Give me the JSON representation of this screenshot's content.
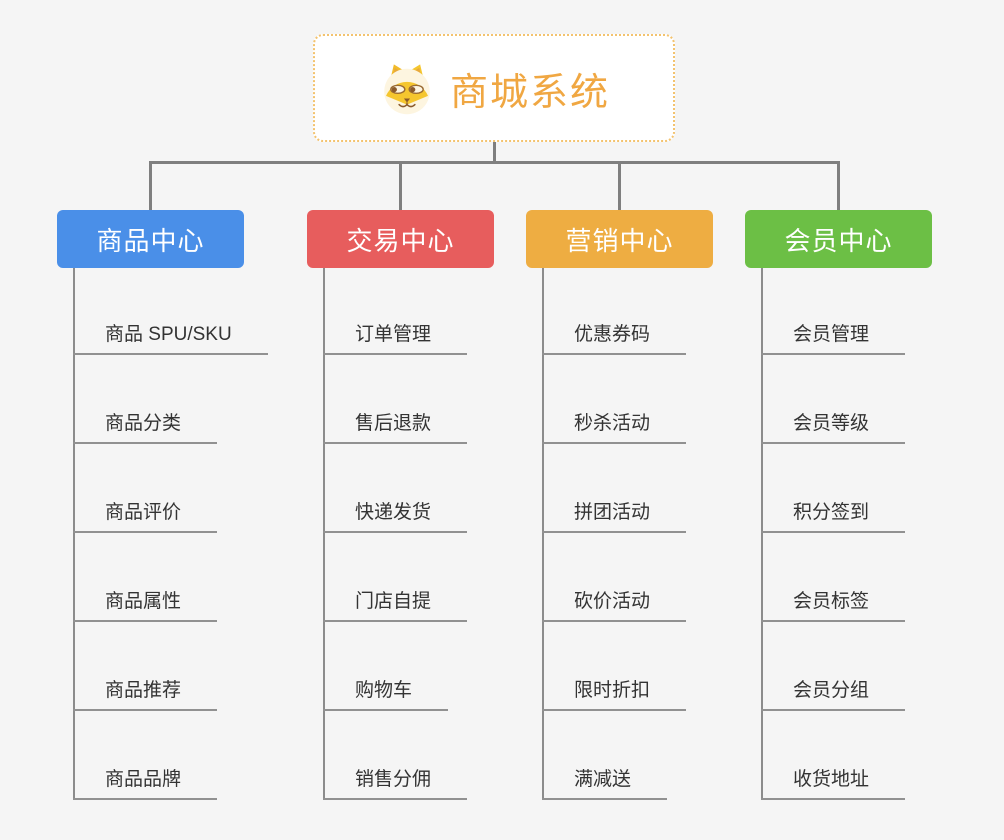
{
  "page": {
    "background_color": "#f5f5f5",
    "connector_color": "#7f7f7f"
  },
  "root": {
    "title": "商城系统",
    "icon": "dog-face-icon",
    "text_color": "#f0a742",
    "border_color": "#f3c36f"
  },
  "branches": [
    {
      "label": "商品中心",
      "color": "#4a8fe8",
      "items": [
        "商品 SPU/SKU",
        "商品分类",
        "商品评价",
        "商品属性",
        "商品推荐",
        "商品品牌"
      ]
    },
    {
      "label": "交易中心",
      "color": "#e75d5d",
      "items": [
        "订单管理",
        "售后退款",
        "快递发货",
        "门店自提",
        "购物车",
        "销售分佣"
      ]
    },
    {
      "label": "营销中心",
      "color": "#eead42",
      "items": [
        "优惠券码",
        "秒杀活动",
        "拼团活动",
        "砍价活动",
        "限时折扣",
        "满减送"
      ]
    },
    {
      "label": "会员中心",
      "color": "#6cbf45",
      "items": [
        "会员管理",
        "会员等级",
        "积分签到",
        "会员标签",
        "会员分组",
        "收货地址"
      ]
    }
  ]
}
